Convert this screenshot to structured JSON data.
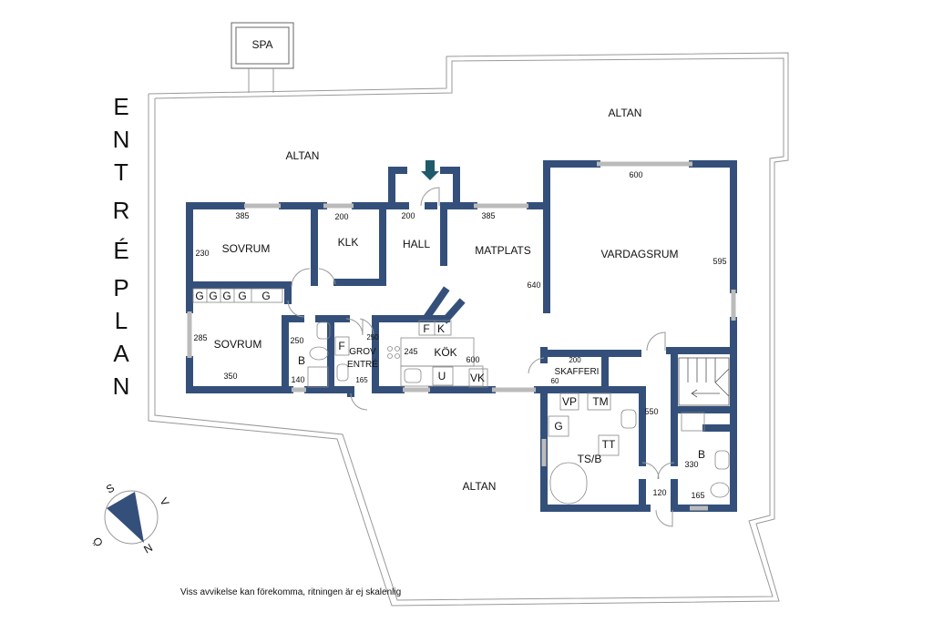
{
  "side_title": [
    "E",
    "N",
    "T",
    "R",
    "É",
    "P",
    "L",
    "A",
    "N"
  ],
  "rooms": {
    "spa": "SPA",
    "altan_top_left": "ALTAN",
    "altan_top_right": "ALTAN",
    "altan_bottom": "ALTAN",
    "sovrum1": "SOVRUM",
    "klk": "KLK",
    "hall": "HALL",
    "matplats": "MATPLATS",
    "vardagsrum": "VARDAGSRUM",
    "sovrum2": "SOVRUM",
    "bad1": "B",
    "grov_entre_1": "GROV",
    "grov_entre_2": "ENTRÉ",
    "kok": "KÖK",
    "skafferi": "SKAFFERI",
    "tsb": "TS/B",
    "bad2": "B"
  },
  "dimensions": {
    "sovrum1_w": "385",
    "sovrum1_h": "230",
    "klk_w": "200",
    "hall_w": "200",
    "matplats_w": "385",
    "matplats_h": "640",
    "vardagsrum_w": "600",
    "vardagsrum_h": "595",
    "sovrum2_h": "285",
    "sovrum2_w": "350",
    "bad1_h": "250",
    "bad1_w": "140",
    "grov_h": "250",
    "grov_w": "165",
    "kok_h": "245",
    "kok_w": "600",
    "skafferi_w": "200",
    "skafferi_h": "60",
    "tsb_h": "550",
    "hall2_w": "120",
    "bad2_h": "330",
    "bad2_w": "165"
  },
  "fixtures": {
    "wardrobes": [
      "G",
      "G",
      "G",
      "G",
      "G"
    ],
    "f_grov": "F",
    "f_kok": "F",
    "k_kok": "K",
    "u": "U",
    "vk": "VK",
    "vp": "VP",
    "tm": "TM",
    "g": "G",
    "tt": "TT"
  },
  "compass": {
    "s": "S",
    "v": "V",
    "o": "Ö",
    "n": "N"
  },
  "disclaimer": "Viss avvikelse kan förekomma, ritningen är ej skalenlig",
  "colors": {
    "wall": "#34507a",
    "entry_arrow": "#1f5a6a"
  }
}
